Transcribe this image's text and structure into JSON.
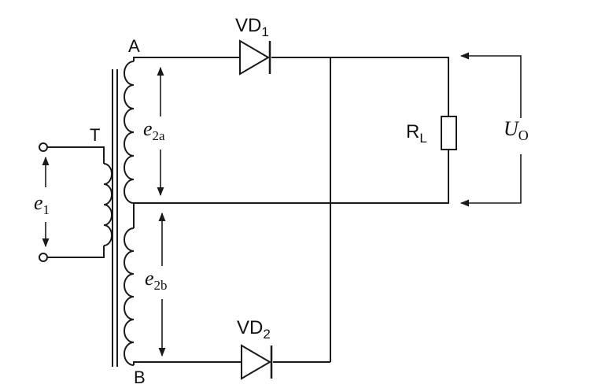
{
  "labels": {
    "transformer": "T",
    "node_top": "A",
    "node_bottom": "B",
    "diode1_main": "VD",
    "diode1_sub": "1",
    "diode2_main": "VD",
    "diode2_sub": "2",
    "load_main": "R",
    "load_sub": "L",
    "output_main": "U",
    "output_sub": "O",
    "primary_main": "e",
    "primary_sub": "1",
    "sec_a_main": "e",
    "sec_a_sub": "2a",
    "sec_b_main": "e",
    "sec_b_sub": "2b"
  },
  "colors": {
    "ink": "#1a1a1a",
    "background": "#ffffff"
  }
}
